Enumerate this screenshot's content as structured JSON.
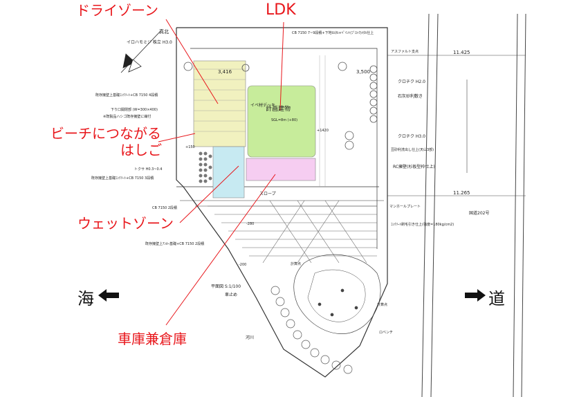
{
  "labels": {
    "dry_zone": "ドライゾーン",
    "ldk": "LDK",
    "beach_ladder_1": "ビーチにつながる",
    "beach_ladder_2": "はしご",
    "wet_zone": "ウェットゾーン",
    "garage": "車庫兼倉庫",
    "sea": "海",
    "road": "道"
  },
  "drawing": {
    "plan_building": "計画建物",
    "plan_building_sub": "SGL=8m (+80)",
    "ibe_deck": "イペ材デッキ",
    "slope": "スロープ",
    "dim_3416": "3,416",
    "dim_3500": "3,500",
    "dim_11425": "11.425",
    "dim_11265": "11.265",
    "dim_4420": "+1420",
    "dim_150": "+150",
    "dim_280": "-280",
    "dim_200": "-200",
    "north": "真北",
    "scale": "平面図 S:1/100",
    "parking": "車止め",
    "river": "河川",
    "road_label": "国道202号",
    "plan_note": "計算点",
    "notes_left": [
      "イロハモミジ 株立 H3.0",
      "既存擁壁上基礎ｺﾝｸﾘｰﾄ+CB 7150 4段積",
      "下り口開閉部 (W=300×400)",
      "※既製品ハシゴ既存擁壁に繊付",
      "トクサ H0.3~0.4",
      "既存擁壁上基礎ｺﾝｸﾘｰﾄ+CB 7150 3段積",
      "CB 7150 2段積",
      "既存擁壁上ｱﾝｶｰ基礎+CB 7150 2段積"
    ],
    "notes_right": [
      "CB 7150 7~9段積+下地ﾓﾙﾀﾙ+ﾍﾟｲﾝﾄ(ﾌﾞﾛｯｸ)ﾒﾀﾙ仕上",
      "アスファルト支点",
      "クロチク H2.0",
      "石灰砂利敷き",
      "クロチク H3.0",
      "豆砂利洗出し仕上(天山3部)",
      "RC擁壁(杉板型枠仕上)",
      "マンホールプレート",
      "ｺﾝｸﾘｰﾄ刷毛引き仕上(強度=180kg/cm2)",
      "計算点",
      "ロベンチ"
    ],
    "fill_colors": {
      "dry_zone": "#f1f1bf",
      "ldk": "#c7ec9b",
      "wet_zone": "#c7eaf2",
      "garage": "#f6cdf1",
      "label_red": "#e8161b"
    }
  }
}
